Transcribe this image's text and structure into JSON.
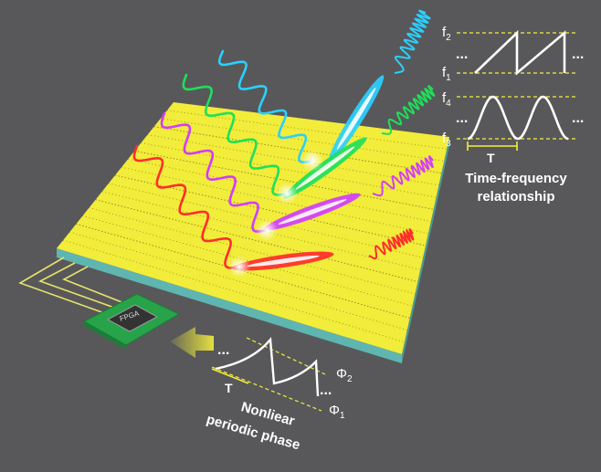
{
  "chip": {
    "label": "FPGA"
  },
  "top_panel": {
    "labels": {
      "f2": "f",
      "f2_sub": "2",
      "f1": "f",
      "f1_sub": "1"
    },
    "ellipsis": "..."
  },
  "mid_panel": {
    "labels": {
      "f4": "f",
      "f4_sub": "4",
      "f3": "f",
      "f3_sub": "3"
    },
    "period": "T",
    "ellipsis": "..."
  },
  "caption_tf": {
    "line1": "Time-frequency",
    "line2": "relationship"
  },
  "phase_panel": {
    "period": "T",
    "phi2": "Φ",
    "phi2_sub": "2",
    "phi1": "Φ",
    "phi1_sub": "1",
    "ellipsis": "...",
    "caption_line1": "Nonliear",
    "caption_line2": "periodic phase"
  },
  "colors": {
    "background": "#58585a",
    "metasurface": "#f2ec3a",
    "substrate": "#5fb5b0",
    "pcb": "#27a34a",
    "beams": [
      "#2ad0ff",
      "#1ee05a",
      "#d23cff",
      "#ff2d2d"
    ],
    "annotation": "#f4ee3c"
  }
}
